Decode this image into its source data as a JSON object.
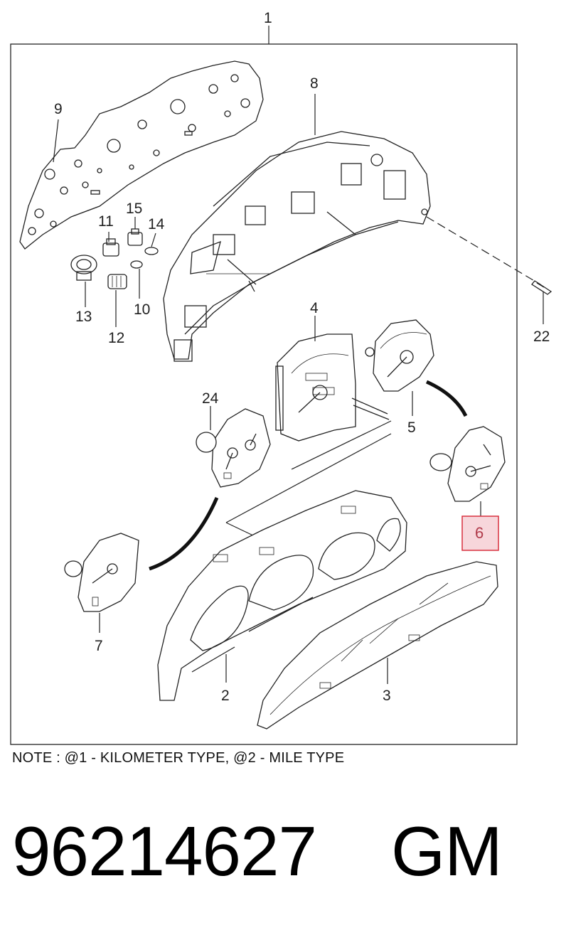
{
  "diagram": {
    "callouts": {
      "c1": "1",
      "c2": "2",
      "c3": "3",
      "c4": "4",
      "c5": "5",
      "c6": "6",
      "c7": "7",
      "c8": "8",
      "c9": "9",
      "c10": "10",
      "c11": "11",
      "c12": "12",
      "c13": "13",
      "c14": "14",
      "c15": "15",
      "c22": "22",
      "c24": "24"
    },
    "highlight_color": "#f7d6db",
    "highlight_border": "#d9303f"
  },
  "note": "NOTE : @1 - KILOMETER TYPE, @2 - MILE TYPE",
  "part_number": "96214627",
  "brand": "GM"
}
